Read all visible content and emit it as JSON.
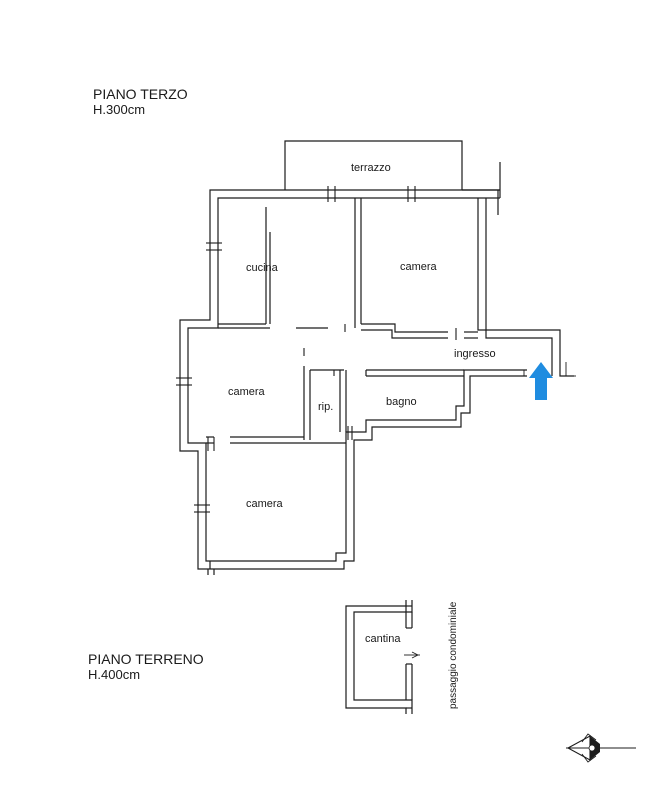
{
  "floors": {
    "third": {
      "title": "PIANO TERZO",
      "height": "H.300cm"
    },
    "ground": {
      "title": "PIANO TERRENO",
      "height": "H.400cm"
    }
  },
  "rooms": {
    "terrazzo": "terrazzo",
    "cucina": "cucina",
    "camera_top": "camera",
    "ingresso": "ingresso",
    "camera_mid": "camera",
    "rip": "rip.",
    "bagno": "bagno",
    "camera_bottom": "camera",
    "cantina": "cantina",
    "passaggio": "passaggio condominiale"
  },
  "entrance_arrow": {
    "color": "#1f8ce0",
    "icon": "up-arrow-icon"
  },
  "north_symbol": {
    "icon": "north-arrow-icon"
  }
}
